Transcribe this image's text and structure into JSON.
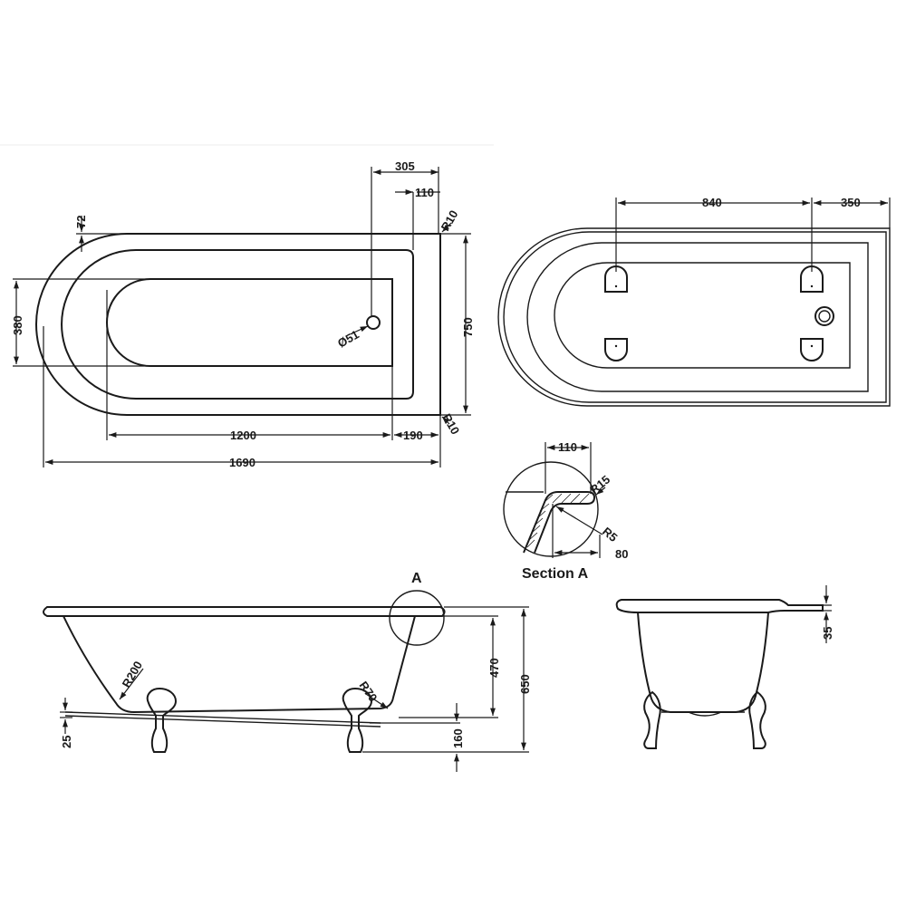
{
  "plan_view": {
    "dims": {
      "overall_length": "1690",
      "inner_length": "1200",
      "end_offset": "190",
      "overall_width": "750",
      "inner_width": "380",
      "rim_top": "72",
      "waste_offset": "305",
      "rim_end": "110",
      "radius_top": "R10",
      "radius_bottom": "R10",
      "waste_diameter": "Ø51"
    }
  },
  "underside_view": {
    "dims": {
      "feet_spacing": "840",
      "feet_end_offset": "350"
    }
  },
  "section_a": {
    "title": "Section A",
    "dims": {
      "rim_width": "110",
      "outer_radius": "R15",
      "inner_radius": "R5",
      "wall_depth": "80"
    }
  },
  "side_view": {
    "marker": "A",
    "dims": {
      "radius_large": "R200",
      "radius_small": "R70",
      "inner_depth": "470",
      "overall_height": "650",
      "base_clearance": "160",
      "foot_lift": "25"
    }
  },
  "end_view": {
    "dims": {
      "rim_thickness": "35"
    }
  }
}
